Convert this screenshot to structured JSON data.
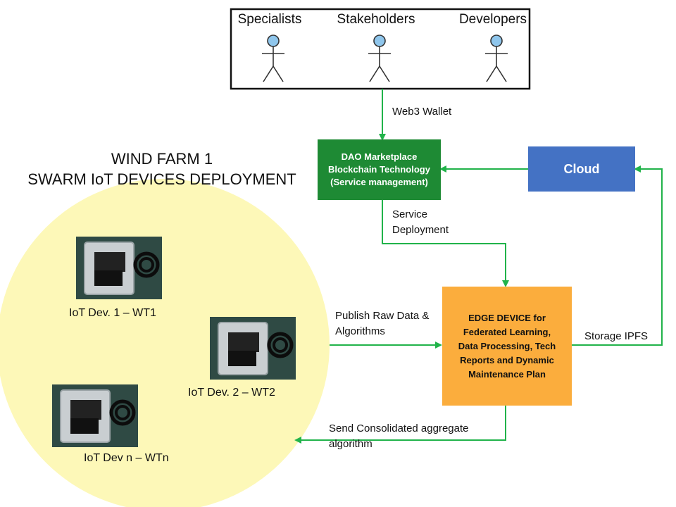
{
  "actors": [
    {
      "label": "Specialists"
    },
    {
      "label": "Stakeholders"
    },
    {
      "label": "Developers"
    }
  ],
  "farm_title": {
    "line1": "WIND FARM 1",
    "line2": "SWARM IoT DEVICES DEPLOYMENT"
  },
  "dao": {
    "line1": "DAO Marketplace",
    "line2": "Blockchain Technology",
    "line3": "(Service management)",
    "color": "#1e8a34"
  },
  "cloud": {
    "label": "Cloud",
    "color": "#4472c4"
  },
  "edge": {
    "line1": "EDGE DEVICE for",
    "line2": "Federated Learning,",
    "line3": "Data Processing, Tech",
    "line4": "Reports and Dynamic",
    "line5": "Maintenance Plan",
    "color": "#fbad3d"
  },
  "edge_labels": {
    "web3": "Web3 Wallet",
    "service_1": "Service",
    "service_2": "Deployment",
    "publish_1": "Publish Raw Data &",
    "publish_2": "Algorithms",
    "storage": "Storage IPFS",
    "send_1": "Send Consolidated aggregate",
    "send_2": "algorithm"
  },
  "devices": [
    {
      "label": "IoT Dev. 1 – WT1"
    },
    {
      "label": "IoT Dev. 2 – WT2"
    },
    {
      "label": "IoT Dev n – WTn"
    }
  ],
  "colors": {
    "arrow": "#21b34a",
    "farm_circle": "#fdf8b8",
    "actor_head": "#8fc6ec"
  }
}
